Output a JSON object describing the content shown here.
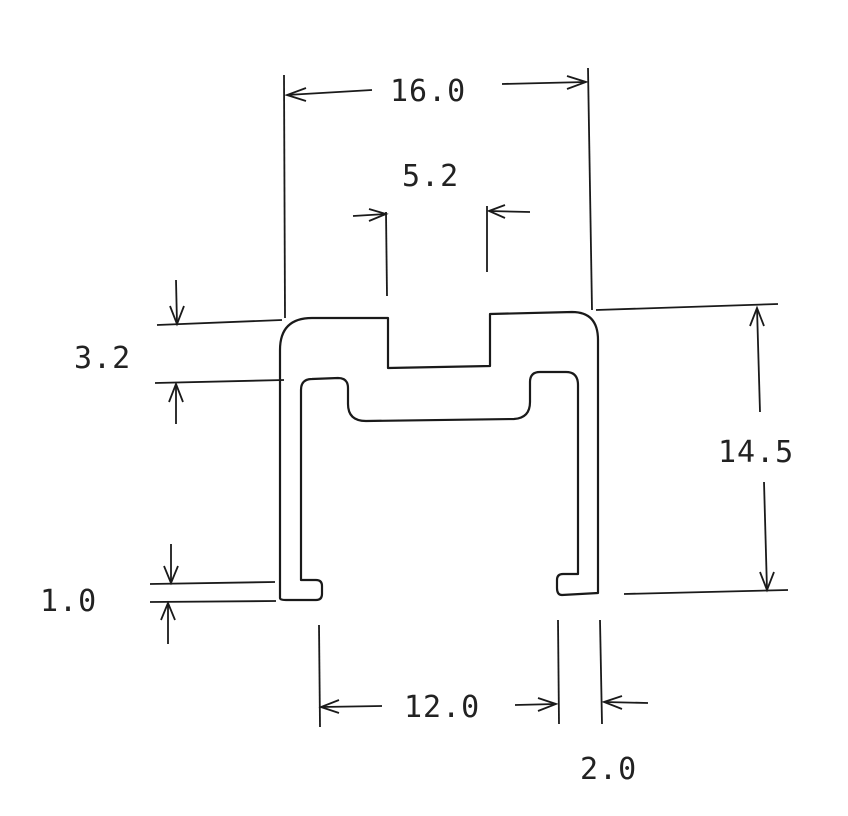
{
  "dimensions": {
    "overall_width": "16.0",
    "slot_width": "5.2",
    "top_thickness": "3.2",
    "overall_height": "14.5",
    "lip_thickness": "1.0",
    "opening_width": "12.0",
    "lip_width": "2.0"
  },
  "colors": {
    "line": "#1a1a1a",
    "background": "#ffffff"
  }
}
